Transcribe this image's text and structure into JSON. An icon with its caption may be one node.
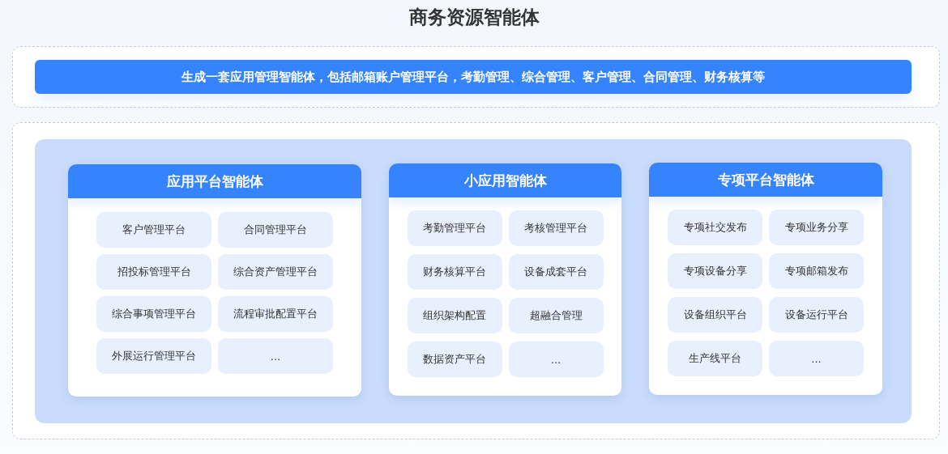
{
  "diagram": {
    "title": "商务资源智能体",
    "nodes": [
      {
        "text": [],
        "shape": "box"
      },
      {
        "text": [
          "生成一套应用管理智能体，包括邮箱账户管理平台，考勤管理、综合管理、客户管理、合同管理、财务核算等"
        ],
        "in": 0
      },
      {
        "text": [],
        "shape": "box"
      },
      {
        "text": [],
        "shape": "box",
        "in": 2
      },
      {
        "text": [
          "应用平台智能体"
        ],
        "in": 3
      },
      {
        "text": [
          "客户管理平台"
        ],
        "in": 4
      },
      {
        "text": [
          "合同管理平台"
        ],
        "in": 4
      },
      {
        "text": [
          "招投标管理平台"
        ],
        "in": 4
      },
      {
        "text": [
          "综合资产管理平台"
        ],
        "in": 4
      },
      {
        "text": [
          "综合事项管理平台"
        ],
        "in": 4
      },
      {
        "text": [
          "流程审批配置平台"
        ],
        "in": 4
      },
      {
        "text": [
          "外展运行管理平台"
        ],
        "in": 4
      },
      {
        "text": [
          "..."
        ],
        "in": 4
      },
      {
        "text": [
          "小应用智能体"
        ],
        "in": 3
      },
      {
        "text": [
          "考勤管理平台"
        ],
        "in": 13
      },
      {
        "text": [
          "考核管理平台"
        ],
        "in": 13
      },
      {
        "text": [
          "财务核算平台"
        ],
        "in": 13
      },
      {
        "text": [
          "设备成套平台"
        ],
        "in": 13
      },
      {
        "text": [
          "组织架构配置"
        ],
        "in": 13
      },
      {
        "text": [
          "超融合管理"
        ],
        "in": 13
      },
      {
        "text": [
          "数据资产平台"
        ],
        "in": 13
      },
      {
        "text": [
          "..."
        ],
        "in": 13
      },
      {
        "text": [
          "专项平台智能体"
        ],
        "in": 3
      },
      {
        "text": [
          "专项社交发布"
        ],
        "in": 22
      },
      {
        "text": [
          "专项业务分享"
        ],
        "in": 22
      },
      {
        "text": [
          "专项设备分享"
        ],
        "in": 22
      },
      {
        "text": [
          "专项邮箱发布"
        ],
        "in": 22
      },
      {
        "text": [
          "设备组织平台"
        ],
        "in": 22
      },
      {
        "text": [
          "设备运行平台"
        ],
        "in": 22
      },
      {
        "text": [
          "生产线平台"
        ],
        "in": 22
      },
      {
        "text": [
          "..."
        ],
        "in": 22
      }
    ]
  }
}
